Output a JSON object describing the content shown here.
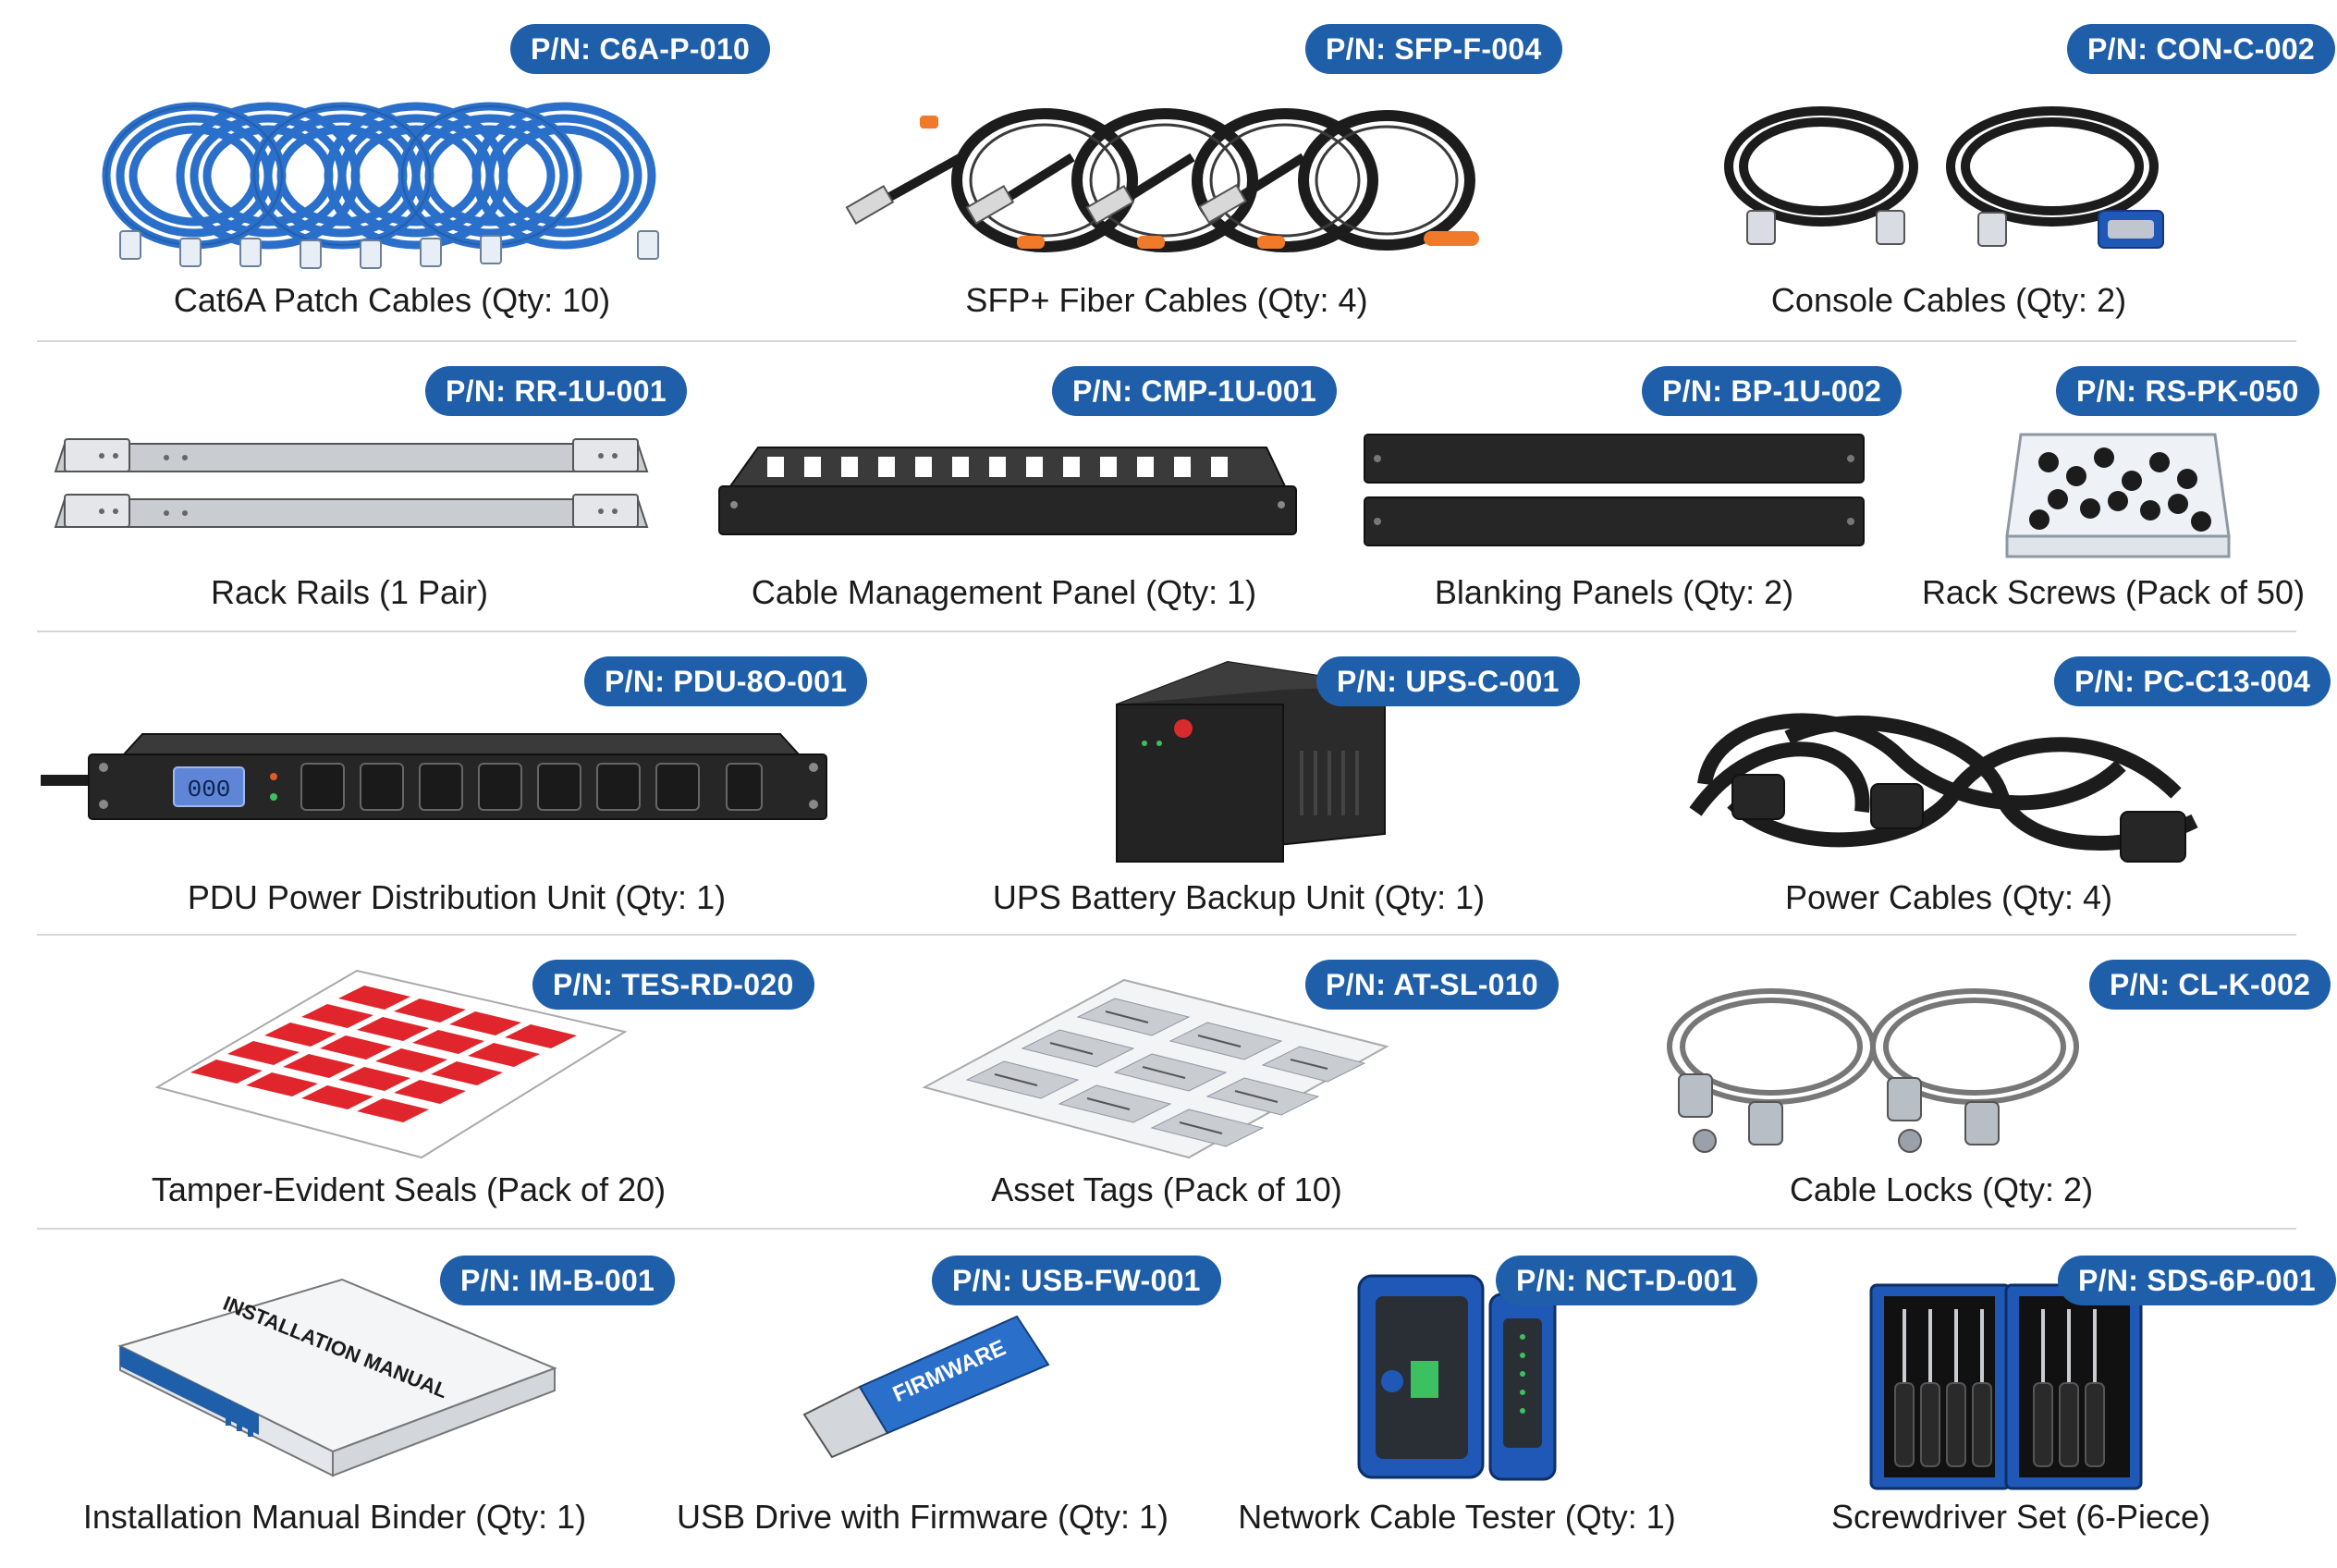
{
  "rows": [
    {
      "items": [
        {
          "part_number": "P/N: C6A-P-010",
          "caption": "Cat6A Patch Cables (Qty: 10)",
          "icon": "cat6a-patch-cables-icon"
        },
        {
          "part_number": "P/N: SFP-F-004",
          "caption": "SFP+ Fiber Cables (Qty: 4)",
          "icon": "sfp-fiber-cables-icon"
        },
        {
          "part_number": "P/N: CON-C-002",
          "caption": "Console Cables (Qty: 2)",
          "icon": "console-cables-icon"
        }
      ]
    },
    {
      "items": [
        {
          "part_number": "P/N: RR-1U-001",
          "caption": "Rack Rails (1 Pair)",
          "icon": "rack-rails-icon"
        },
        {
          "part_number": "P/N: CMP-1U-001",
          "caption": "Cable Management Panel (Qty: 1)",
          "icon": "cable-management-panel-icon"
        },
        {
          "part_number": "P/N: BP-1U-002",
          "caption": "Blanking Panels (Qty: 2)",
          "icon": "blanking-panels-icon"
        },
        {
          "part_number": "P/N: RS-PK-050",
          "caption": "Rack Screws (Pack of 50)",
          "icon": "rack-screws-icon"
        }
      ]
    },
    {
      "items": [
        {
          "part_number": "P/N: PDU-8O-001",
          "caption": "PDU Power Distribution Unit (Qty: 1)",
          "icon": "pdu-icon",
          "display": "000"
        },
        {
          "part_number": "P/N: UPS-C-001",
          "caption": "UPS Battery Backup Unit (Qty: 1)",
          "icon": "ups-icon"
        },
        {
          "part_number": "P/N: PC-C13-004",
          "caption": "Power Cables (Qty: 4)",
          "icon": "power-cables-icon"
        }
      ]
    },
    {
      "items": [
        {
          "part_number": "P/N: TES-RD-020",
          "caption": "Tamper-Evident Seals (Pack of 20)",
          "icon": "tamper-seals-icon"
        },
        {
          "part_number": "P/N: AT-SL-010",
          "caption": "Asset Tags (Pack of 10)",
          "icon": "asset-tags-icon"
        },
        {
          "part_number": "P/N: CL-K-002",
          "caption": "Cable Locks (Qty: 2)",
          "icon": "cable-locks-icon"
        }
      ]
    },
    {
      "items": [
        {
          "part_number": "P/N: IM-B-001",
          "caption": "Installation Manual Binder (Qty: 1)",
          "icon": "manual-binder-icon",
          "cover_text": "INSTALLATION MANUAL"
        },
        {
          "part_number": "P/N: USB-FW-001",
          "caption": "USB Drive with Firmware (Qty: 1)",
          "icon": "usb-drive-icon",
          "drive_text": "FIRMWARE"
        },
        {
          "part_number": "P/N: NCT-D-001",
          "caption": "Network Cable Tester (Qty: 1)",
          "icon": "cable-tester-icon"
        },
        {
          "part_number": "P/N: SDS-6P-001",
          "caption": "Screwdriver Set (6-Piece)",
          "icon": "screwdriver-set-icon"
        }
      ]
    }
  ],
  "colors": {
    "badge": "#1f5fa9",
    "cat6a_blue": "#2a6fc9",
    "cable_black": "#1c1c1c",
    "accent_orange": "#f07a2a",
    "seal_red": "#e0262c",
    "rail_silver": "#c9ccd1",
    "tester_blue": "#1f58b6"
  }
}
